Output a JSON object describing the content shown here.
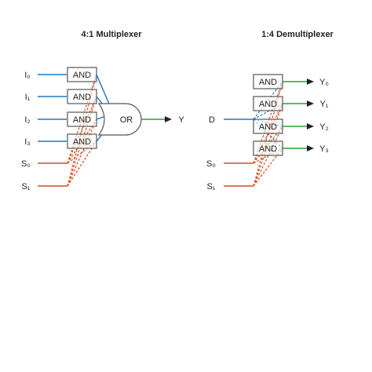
{
  "mux": {
    "title": "4:1 Multiplexer",
    "inputs": [
      "I₀",
      "I₁",
      "I₂",
      "I₃"
    ],
    "selects": [
      "S₀",
      "S₁"
    ],
    "and_label": "AND",
    "or_label": "OR",
    "output": "Y"
  },
  "demux": {
    "title": "1:4 Demultiplexer",
    "input": "D",
    "selects": [
      "S₀",
      "S₁"
    ],
    "and_label": "AND",
    "outputs": [
      "Y₀",
      "Y₁",
      "Y₂",
      "Y₃"
    ]
  },
  "colors": {
    "data": "#1f77c4",
    "select": "#d4501e",
    "output": "#2ca02c",
    "gate_stroke": "#555555"
  }
}
